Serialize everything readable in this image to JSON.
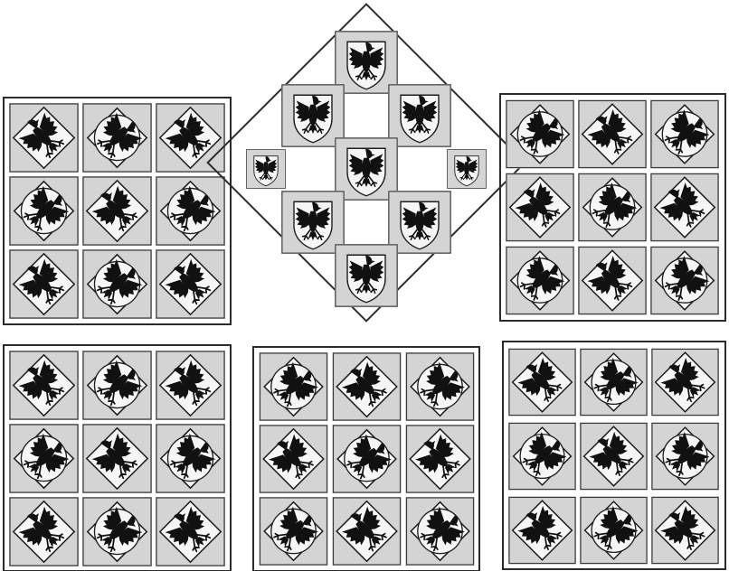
{
  "image": {
    "subject": "encaustic-tile-patterns",
    "content_color": "#111111",
    "ground_color": "#d4d4d4",
    "paper_color": "#ffffff"
  },
  "panels": [
    {
      "id": "top-left",
      "layout": "grid",
      "rows": 3,
      "cols": 3,
      "motif": "eagle-in-diamond-shield"
    },
    {
      "id": "top-center",
      "layout": "diamond",
      "rows": 3,
      "cols": 3,
      "motif": "upright-eagle-shield"
    },
    {
      "id": "top-right",
      "layout": "grid",
      "rows": 3,
      "cols": 3,
      "motif": "eagle-in-diamond-shield"
    },
    {
      "id": "bottom-left",
      "layout": "grid",
      "rows": 3,
      "cols": 3,
      "motif": "eagle-in-diamond-shield"
    },
    {
      "id": "bottom-center",
      "layout": "grid",
      "rows": 3,
      "cols": 3,
      "motif": "eagle-in-diamond-shield"
    },
    {
      "id": "bottom-right",
      "layout": "grid",
      "rows": 3,
      "cols": 3,
      "motif": "eagle-in-diamond-shield"
    }
  ],
  "icons": [
    "eagle-icon",
    "shield-icon"
  ]
}
